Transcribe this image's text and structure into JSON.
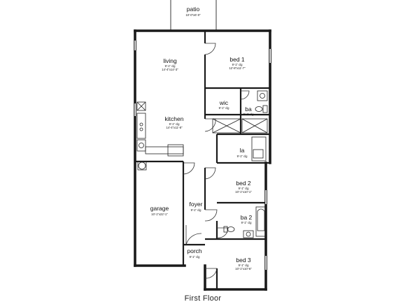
{
  "title": "First Floor",
  "rooms": {
    "patio": {
      "name": "patio",
      "dims": [
        "10'-0\"x6'-0\""
      ]
    },
    "living": {
      "name": "living",
      "dims": [
        "9'-1\" clg",
        "14'-4\"x14'-3\""
      ]
    },
    "bed1": {
      "name": "bed 1",
      "dims": [
        "9'-1\" clg",
        "12'-8\"x11'-7\""
      ]
    },
    "wic": {
      "name": "wic",
      "dims": [
        "9'-1\" clg"
      ]
    },
    "ba1": {
      "name": "ba",
      "dims": [
        "9'-1\" clg"
      ]
    },
    "kitchen": {
      "name": "kitchen",
      "dims": [
        "9'-1\" clg",
        "14'-4\"x11'-8\""
      ]
    },
    "la": {
      "name": "la",
      "dims": [
        "9'-1\" clg"
      ]
    },
    "bed2": {
      "name": "bed 2",
      "dims": [
        "9'-1\" clg",
        "10'-1\"x10'-1\""
      ]
    },
    "garage": {
      "name": "garage",
      "dims": [
        "10'-1\"x22'-1\""
      ]
    },
    "foyer": {
      "name": "foyer",
      "dims": [
        "9'-1\" clg"
      ]
    },
    "ba2": {
      "name": "ba 2",
      "dims": [
        "9'-1\" clg"
      ]
    },
    "porch": {
      "name": "porch",
      "dims": [
        "9'-1\" clg"
      ]
    },
    "bed3": {
      "name": "bed 3",
      "dims": [
        "9'-1\" clg",
        "10'-1\"x10'-6\""
      ]
    }
  }
}
